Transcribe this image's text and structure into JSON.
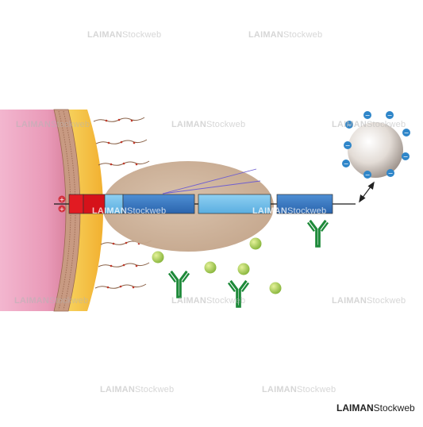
{
  "watermark": {
    "bold": "LAIMAN",
    "rest": "Stockweb"
  },
  "brand": {
    "bold": "LAIMAN",
    "rest": "Stockweb"
  },
  "charges": {
    "positive_symbol": "+",
    "negative_symbol": "−"
  },
  "colors": {
    "cell_inner": "#f4b8cf",
    "cell_outer": "#f6c24a",
    "membrane": "#b9826a",
    "protein_red": "#e21b22",
    "protein_light_blue": "#5fb4e4",
    "protein_blue": "#2f6fba",
    "antigen_green": "#9bc53d",
    "antibody_green": "#1e8a3a",
    "particle_charge": "#2f86c9"
  },
  "icons": [
    "antibody-icon",
    "antigen-bead-icon",
    "bead-icon",
    "double-arrow-icon",
    "minus-charge-icon",
    "plus-charge-icon"
  ]
}
